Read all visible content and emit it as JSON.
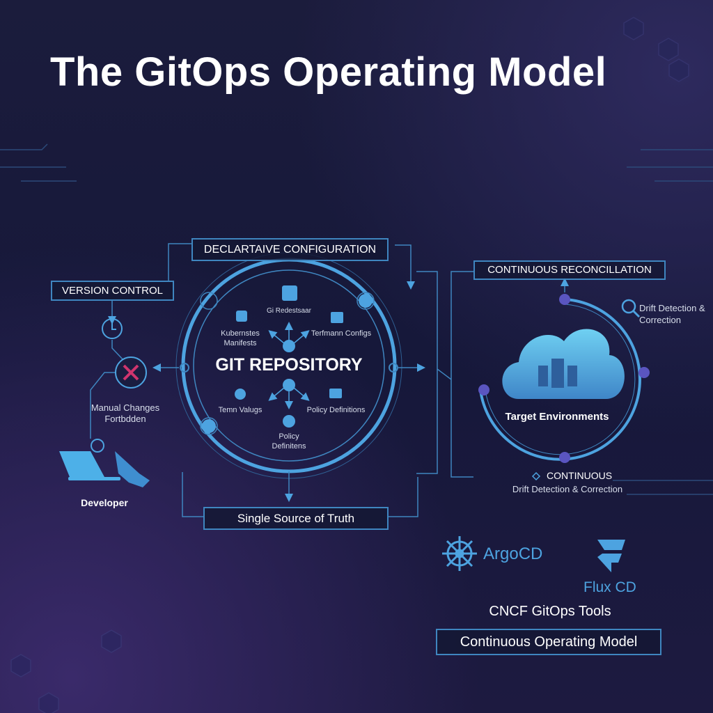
{
  "title": "The GitOps Operating Model",
  "boxes": {
    "declarative": "DECLARTAIVE CONFIGURATION",
    "version": "VERSION CONTROL",
    "reconciliation": "CONTINUOUS RECONCILLATION",
    "truth": "Single Source of Truth",
    "operating": "Continuous Operating Model"
  },
  "repo": {
    "title": "GIT REPOSITORY",
    "items": [
      "Gi Redestsaar",
      "Kubernstes Manifests",
      "Terfmann Configs",
      "Temn Valugs",
      "Policy Definitions",
      "Policy Definitens"
    ]
  },
  "left": {
    "manual": "Manual Changes Fortbdden",
    "developer": "Developer"
  },
  "right": {
    "drift": "Drift Detection & Correction",
    "target": "Target Environments",
    "continuous": "CONTINUOUS",
    "continuous_sub": "Drift Detection & Correction"
  },
  "tools": {
    "argo": "ArgoCD",
    "flux": "Flux CD",
    "caption": "CNCF GitOps Tools"
  },
  "colors": {
    "accent": "#4da3e0",
    "line": "#3f86c0",
    "node": "#5a55c0",
    "forbidden": "#d0356e"
  }
}
